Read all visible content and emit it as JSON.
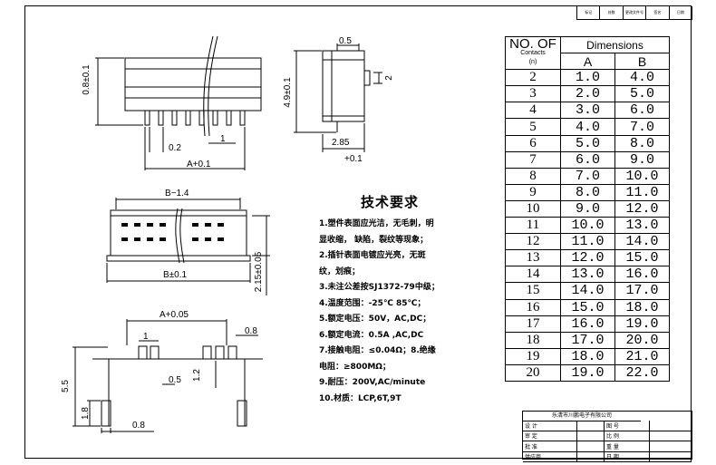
{
  "revision_header": [
    "标记",
    "处数",
    "更改文件号",
    "签名",
    "日期"
  ],
  "dims": {
    "d08": "0.8±0.1",
    "d1": "1",
    "d02": "0.2",
    "dA01": "A+0.1",
    "d05": "0.5",
    "d2": "2",
    "d49": "4.9±0.1",
    "d285": "2.85",
    "d01": "+0.1",
    "dB14": "B−1.4",
    "dB01": "B±0.1",
    "d215": "2.15±0.05",
    "dA005": "A+0.05",
    "d1b": "1",
    "d08b": "0.8",
    "d55": "5.5",
    "d05b": "0.5",
    "d12": "1.2",
    "d18": "1.8",
    "d08c": "0.8"
  },
  "notes": {
    "title": "技术要求",
    "lines": [
      "1.塑件表面应光洁，无毛刺，明",
      "显收缩， 缺陷，裂纹等现象；",
      "2.插针表面电镀应光亮，无斑",
      "纹，划痕；",
      "3.未注公差按SJ1372-79中级；",
      "4.温度范围：-25℃  85℃；",
      "5.额定电压：50V，AC,DC；",
      "6.额定电流：0.5A ,AC,DC",
      "7.接触电阻：≤0.04Ω；8.绝缘",
      "电阻：≥800MΩ；",
      "9.耐压：200V,AC/minute",
      "10.材质：LCP,6T,9T"
    ]
  },
  "table": {
    "col_no": "NO. OF",
    "col_no_sub": "Contacts",
    "col_no_sub2": "(n)",
    "col_dim": "Dimensions",
    "col_a": "A",
    "col_b": "B",
    "rows": [
      [
        "2",
        "1.0",
        "4.0"
      ],
      [
        "3",
        "2.0",
        "5.0"
      ],
      [
        "4",
        "3.0",
        "6.0"
      ],
      [
        "5",
        "4.0",
        "7.0"
      ],
      [
        "6",
        "5.0",
        "8.0"
      ],
      [
        "7",
        "6.0",
        "9.0"
      ],
      [
        "8",
        "7.0",
        "10.0"
      ],
      [
        "9",
        "8.0",
        "11.0"
      ],
      [
        "10",
        "9.0",
        "12.0"
      ],
      [
        "11",
        "10.0",
        "13.0"
      ],
      [
        "12",
        "11.0",
        "14.0"
      ],
      [
        "13",
        "12.0",
        "15.0"
      ],
      [
        "14",
        "13.0",
        "16.0"
      ],
      [
        "15",
        "14.0",
        "17.0"
      ],
      [
        "16",
        "15.0",
        "18.0"
      ],
      [
        "17",
        "16.0",
        "19.0"
      ],
      [
        "18",
        "17.0",
        "20.0"
      ],
      [
        "19",
        "18.0",
        "21.0"
      ],
      [
        "20",
        "19.0",
        "22.0"
      ]
    ]
  },
  "titleblock": {
    "company": "乐清市川鹏电子有限公司",
    "rows": [
      [
        "设 计",
        "图 号"
      ],
      [
        "审 定",
        "比 例"
      ],
      [
        "批 准",
        "重 量"
      ],
      [
        "供应商",
        "日 期"
      ]
    ]
  }
}
